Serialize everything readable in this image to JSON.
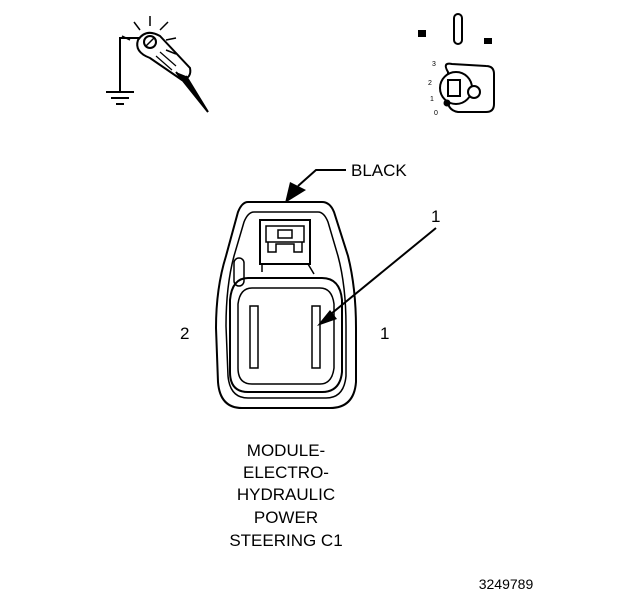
{
  "labels": {
    "color_callout": "BLACK",
    "pin_indicator": "1",
    "left_terminal": "2",
    "right_terminal": "1"
  },
  "caption": {
    "line1": "MODULE-",
    "line2": "ELECTRO-",
    "line3": "HYDRAULIC",
    "line4": "POWER",
    "line5": "STEERING C1"
  },
  "ignition_scale": [
    "3",
    "2",
    "1",
    "0"
  ],
  "figure_number": "3249789",
  "icons": {
    "test_probe": "test-light-probe-grounded",
    "ignition": "ignition-key-switch"
  },
  "colors": {
    "line": "#000000",
    "background": "#ffffff"
  }
}
